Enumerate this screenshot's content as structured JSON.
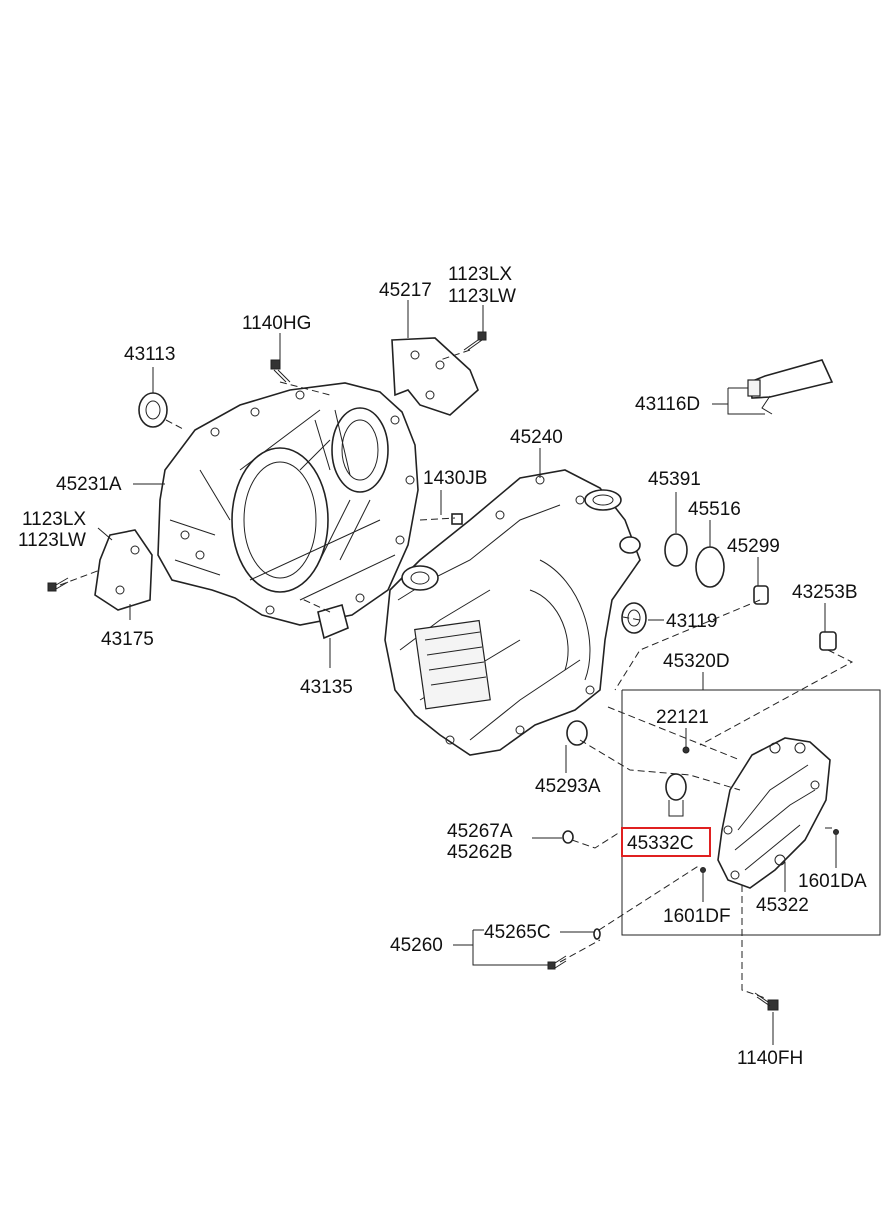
{
  "parts": {
    "p45217": "45217",
    "p1123LX_top": "1123LX",
    "p1123LW_top": "1123LW",
    "p1140HG": "1140HG",
    "p43113": "43113",
    "p43116D": "43116D",
    "p45240": "45240",
    "p1430JB": "1430JB",
    "p45231A": "45231A",
    "p45391": "45391",
    "p45516": "45516",
    "p45299": "45299",
    "p1123LX_left": "1123LX",
    "p1123LW_left": "1123LW",
    "p43253B": "43253B",
    "p43119": "43119",
    "p43175": "43175",
    "p45320D": "45320D",
    "p43135": "43135",
    "p22121": "22121",
    "p45293A": "45293A",
    "p45267A": "45267A",
    "p45262B": "45262B",
    "p45332C": "45332C",
    "p1601DA": "1601DA",
    "p1601DF": "1601DF",
    "p45322": "45322",
    "p45265C": "45265C",
    "p45260": "45260",
    "p1140FH": "1140FH"
  },
  "highlight": {
    "part": "45332C",
    "color": "#e02020"
  }
}
